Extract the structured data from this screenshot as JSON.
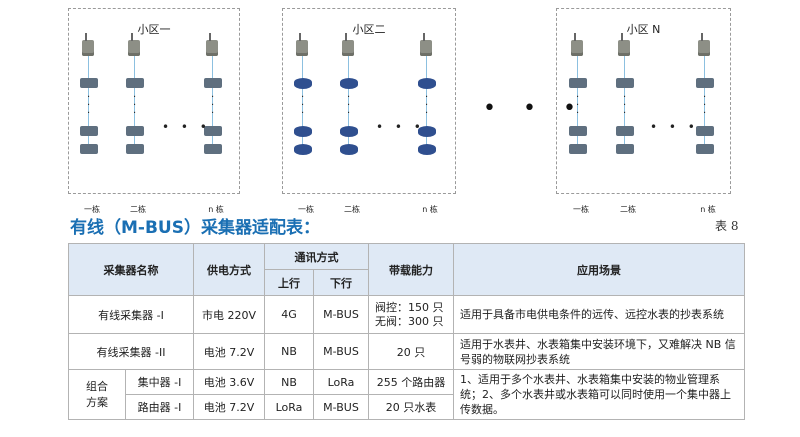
{
  "diagram": {
    "zones": [
      {
        "title": "小区一",
        "meter_style": "gray",
        "columns": [
          "一栋",
          "二栋",
          "n 栋"
        ]
      },
      {
        "title": "小区二",
        "meter_style": "blue",
        "columns": [
          "一栋",
          "二栋",
          "n 栋"
        ]
      },
      {
        "title": "小区 N",
        "meter_style": "gray",
        "columns": [
          "一栋",
          "二栋",
          "n 栋"
        ]
      }
    ],
    "between_dots": "• • •"
  },
  "title": "有线（M-BUS）采集器适配表：",
  "table_no": "表 8",
  "table": {
    "headers": {
      "name": "采集器名称",
      "power": "供电方式",
      "comm": "通讯方式",
      "up": "上行",
      "down": "下行",
      "capacity": "带载能力",
      "scene": "应用场景"
    },
    "rows": [
      {
        "name": "有线采集器 -I",
        "power": "市电 220V",
        "up": "4G",
        "down": "M-BUS",
        "capacity_line1": "阀控：150 只",
        "capacity_line2": "无阀：300 只",
        "scene": "适用于具备市电供电条件的远传、远控水表的抄表系统"
      },
      {
        "name": "有线采集器 -II",
        "power": "电池 7.2V",
        "up": "NB",
        "down": "M-BUS",
        "capacity": "20 只",
        "scene": "适用于水表井、水表箱集中安装环境下，又难解决 NB 信号弱的物联网抄表系统"
      }
    ],
    "group": {
      "label_line1": "组合",
      "label_line2": "方案",
      "rows": [
        {
          "name": "集中器 -I",
          "power": "电池 3.6V",
          "up": "NB",
          "down": "LoRa",
          "capacity": "255 个路由器"
        },
        {
          "name": "路由器 -I",
          "power": "电池 7.2V",
          "up": "LoRa",
          "down": "M-BUS",
          "capacity": "20 只水表"
        }
      ],
      "scene": "1、适用于多个水表井、水表箱集中安装的物业管理系统；2、多个水表井或水表箱可以同时使用一个集中器上传数据。"
    }
  }
}
